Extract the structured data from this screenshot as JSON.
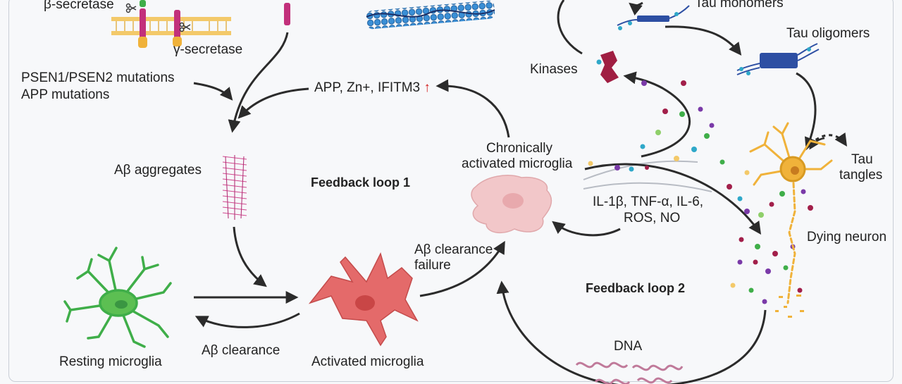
{
  "labels": {
    "beta_secretase": "β-secretase",
    "gamma_secretase": "γ-secretase",
    "mutations_line1": "PSEN1/PSEN2 mutations",
    "mutations_line2": "APP mutations",
    "abeta_aggregates": "Aβ aggregates",
    "feedback_loop_1": "Feedback loop 1",
    "feedback_loop_2": "Feedback loop 2",
    "app_zn_ifitm3": "APP, Zn+, IFITM3",
    "up_arrow": "↑",
    "chronic_line1": "Chronically",
    "chronic_line2": "activated microglia",
    "kinases": "Kinases",
    "tau_monomers": "Tau monomers",
    "tau_oligomers": "Tau oligomers",
    "tau_tangles_line1": "Tau",
    "tau_tangles_line2": "tangles",
    "cytokines_line1": "IL-1β, TNF-α, IL-6,",
    "cytokines_line2": "ROS, NO",
    "dying_neuron": "Dying neuron",
    "clearance_failure_line1": "Aβ clearance",
    "clearance_failure_line2": "failure",
    "abeta_clearance": "Aβ clearance",
    "resting_microglia": "Resting microglia",
    "activated_microglia": "Activated microglia",
    "dna": "DNA"
  },
  "colors": {
    "arrow": "#2b2b2b",
    "resting_cell": "#3fae49",
    "activated_cell": "#e46a6a",
    "chronic_cell": "#f2c7c9",
    "membrane": "#f3c969",
    "app_protein": "#c2307b",
    "kinase": "#a01e42",
    "tau_segment": "#2d4fa3",
    "neuron": "#f0b23a",
    "fibril": "#3a8fd6",
    "dna_strand": "#c07a9a",
    "up_arrow": "#d21c1c"
  }
}
